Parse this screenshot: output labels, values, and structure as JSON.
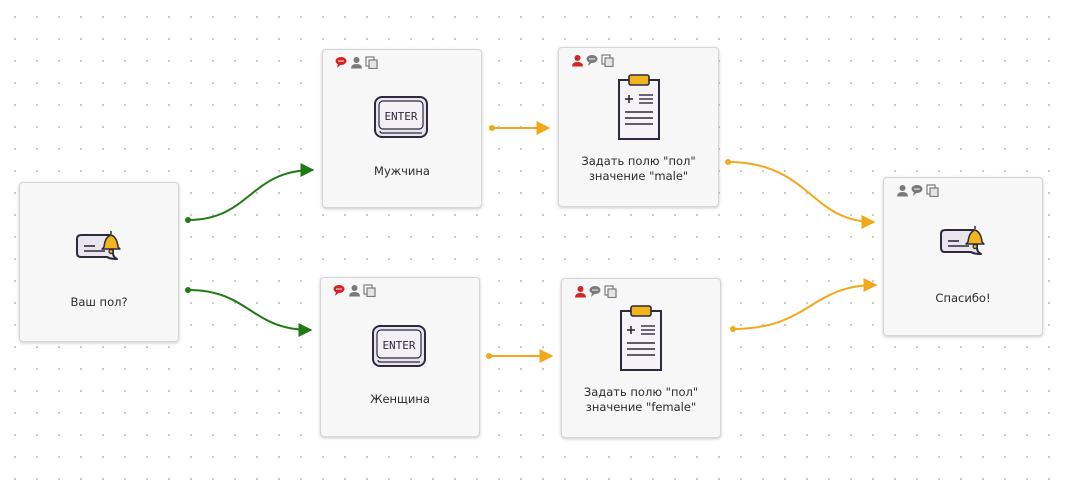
{
  "colors": {
    "edge_green": "#1f7a13",
    "edge_orange": "#f2a81a",
    "icon_red": "#d62222",
    "icon_gray": "#7a7a7a",
    "bell": "#f2b51c"
  },
  "nodes": {
    "question": {
      "label": "Ваш пол?",
      "icon": "message-bell-icon"
    },
    "male_input": {
      "label": "Мужчина",
      "icon": "enter-key-icon",
      "key_text": "ENTER"
    },
    "female_input": {
      "label": "Женщина",
      "icon": "enter-key-icon",
      "key_text": "ENTER"
    },
    "set_male": {
      "label": "Задать полю \"пол\"\nзначение \"male\"",
      "icon": "clipboard-icon"
    },
    "set_female": {
      "label": "Задать полю \"пол\"\nзначение \"female\"",
      "icon": "clipboard-icon"
    },
    "thanks": {
      "label": "Спасибо!",
      "icon": "message-bell-icon"
    }
  }
}
